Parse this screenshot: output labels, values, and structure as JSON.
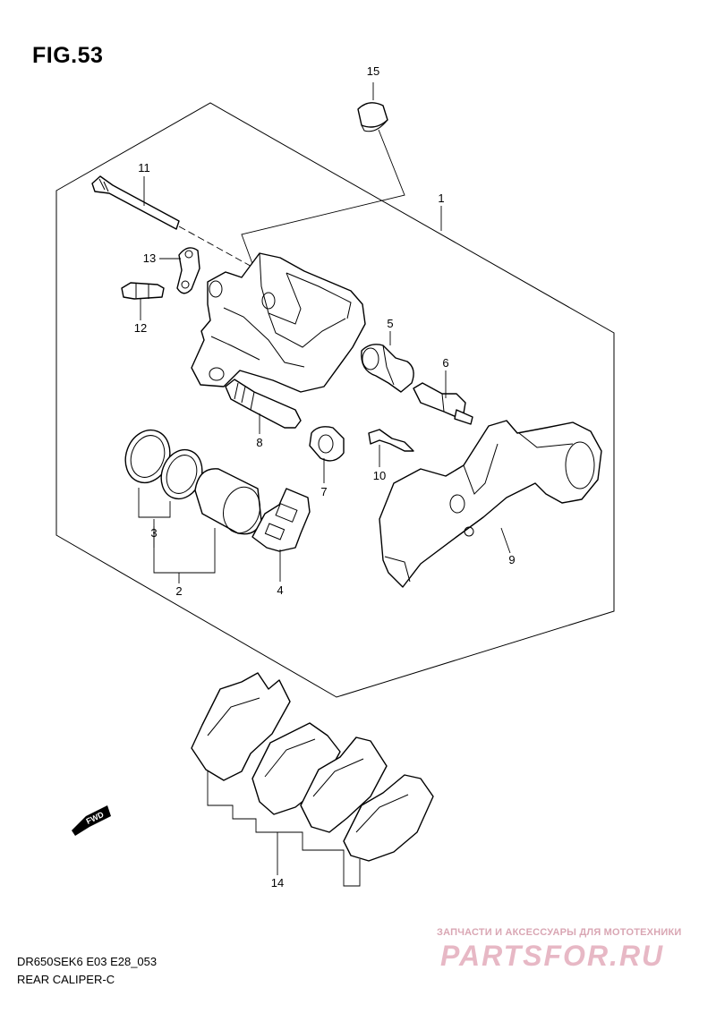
{
  "figure": {
    "title": "FIG.53",
    "model_code": "DR650SEK6 E03 E28_053",
    "section_name": "REAR CALIPER-C"
  },
  "callouts": [
    {
      "id": "1",
      "label": "1"
    },
    {
      "id": "2",
      "label": "2"
    },
    {
      "id": "3",
      "label": "3"
    },
    {
      "id": "4",
      "label": "4"
    },
    {
      "id": "5",
      "label": "5"
    },
    {
      "id": "6",
      "label": "6"
    },
    {
      "id": "7",
      "label": "7"
    },
    {
      "id": "8",
      "label": "8"
    },
    {
      "id": "9",
      "label": "9"
    },
    {
      "id": "10",
      "label": "10"
    },
    {
      "id": "11",
      "label": "11"
    },
    {
      "id": "12",
      "label": "12"
    },
    {
      "id": "13",
      "label": "13"
    },
    {
      "id": "14",
      "label": "14"
    },
    {
      "id": "15",
      "label": "15"
    }
  ],
  "direction_arrow": {
    "label": "FWD"
  },
  "watermark": {
    "text": "ЗАПЧАСТИ И АКСЕССУАРЫ ДЛЯ МОТОТЕХНИКИ",
    "logo": "PARTSFOR.RU",
    "color": "#e7b8c5"
  }
}
